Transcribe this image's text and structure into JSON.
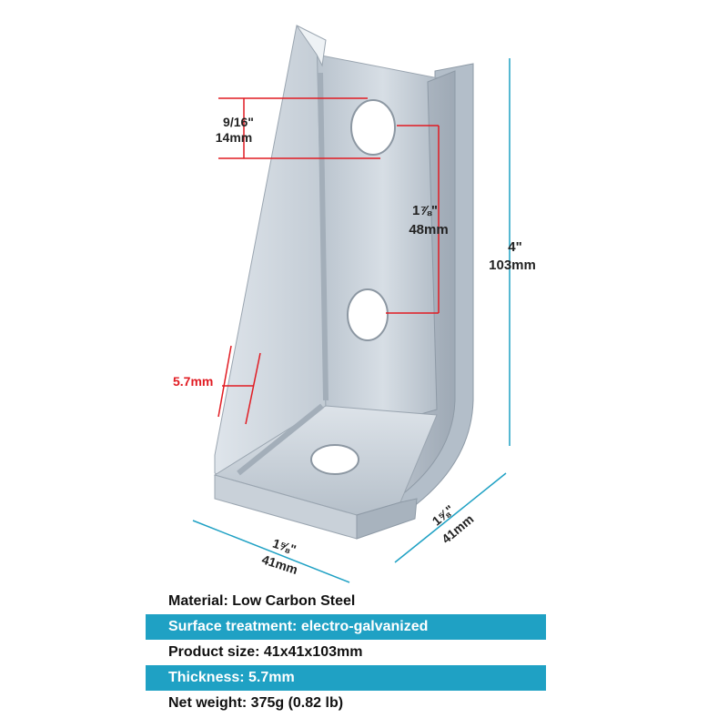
{
  "dimensions": {
    "hole_diameter_in": "9/16\"",
    "hole_diameter_mm": "14mm",
    "hole_spacing_in": "1⅞\"",
    "hole_spacing_mm": "48mm",
    "height_in": "4\"",
    "height_mm": "103mm",
    "thickness_mm": "5.7mm",
    "width_front_in": "1⅝\"",
    "width_front_mm": "41mm",
    "width_side_in": "1⅝\"",
    "width_side_mm": "41mm"
  },
  "specs": {
    "material": "Material: Low Carbon Steel",
    "surface": "Surface treatment: electro-galvanized",
    "size": "Product size: 41x41x103mm",
    "thickness": "Thickness: 5.7mm",
    "weight": "Net weight: 375g (0.82 lb)"
  },
  "colors": {
    "accent": "#1fa1c4",
    "dimension_red": "#e11b22",
    "dimension_blue": "#1fa1c4"
  }
}
